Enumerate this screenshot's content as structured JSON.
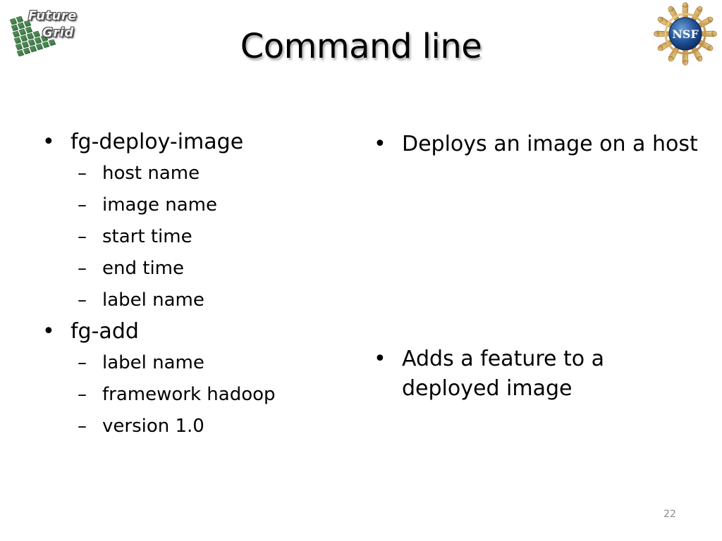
{
  "logos": {
    "left_logo_text": [
      "Future",
      "Grid"
    ],
    "right_logo_text": "NSF"
  },
  "title": "Command line",
  "left_column": [
    {
      "text": "fg-deploy-image",
      "sub_items": [
        "host name",
        "image name",
        "start time",
        "end time",
        "label name"
      ]
    },
    {
      "text": "fg-add",
      "sub_items": [
        "label name",
        "framework hadoop",
        "version 1.0"
      ]
    }
  ],
  "right_column": [
    "Deploys an image on a host",
    "Adds a feature to a deployed image"
  ],
  "bullet_glyph": "•",
  "sub_bullet_glyph": "–",
  "page_number": "22"
}
